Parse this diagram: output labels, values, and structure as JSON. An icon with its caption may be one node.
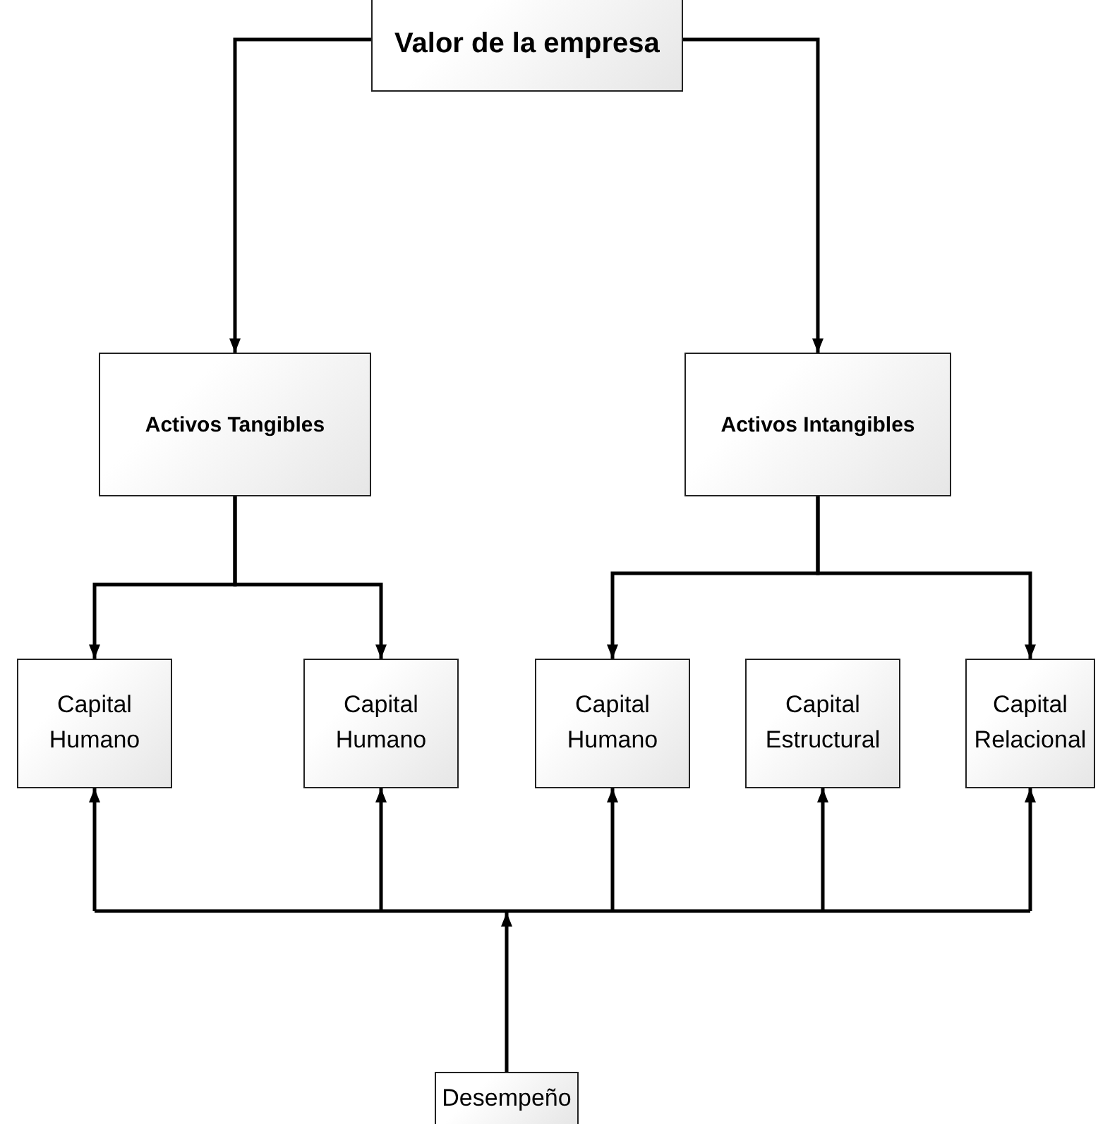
{
  "diagram": {
    "nodes": [
      {
        "text": [
          "Valor de la empresa"
        ]
      },
      {
        "text": [
          "Activos Tangibles"
        ]
      },
      {
        "text": [
          "Activos Intangibles"
        ]
      },
      {
        "text": [
          "Capital Humano"
        ]
      },
      {
        "text": [
          "Capital Humano"
        ]
      },
      {
        "text": [
          "Capital Humano"
        ]
      },
      {
        "text": [
          "Capital Estructural"
        ]
      },
      {
        "text": [
          "Capital Relacional"
        ]
      },
      {
        "text": [
          "Desempeño"
        ]
      }
    ],
    "edges": [
      {
        "from": 0,
        "to": 1,
        "arrow": "to"
      },
      {
        "from": 0,
        "to": 2,
        "arrow": "to"
      },
      {
        "from": 1,
        "to": 3,
        "arrow": "to"
      },
      {
        "from": 1,
        "to": 4,
        "arrow": "to"
      },
      {
        "from": 2,
        "to": 5,
        "arrow": "to"
      },
      {
        "from": 2,
        "to": 7,
        "arrow": "to"
      },
      {
        "from": 8,
        "to": 3,
        "arrow": "to"
      },
      {
        "from": 8,
        "to": 4,
        "arrow": "to"
      },
      {
        "from": 8,
        "to": 5,
        "arrow": "to"
      },
      {
        "from": 8,
        "to": 6,
        "arrow": "to"
      },
      {
        "from": 8,
        "to": 7,
        "arrow": "to"
      }
    ]
  }
}
